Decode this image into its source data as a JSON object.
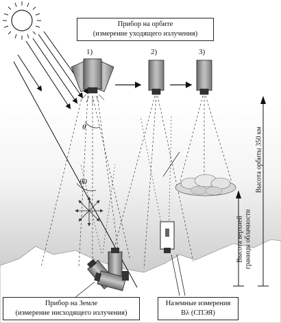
{
  "orbit_label": {
    "line1": "Прибор на орбите",
    "line2": "(измерение уходящего излучения)"
  },
  "ground_label": {
    "line1": "Прибор на Земле",
    "line2": "(измерение нисходящего излучения)"
  },
  "ground_meas_label": {
    "line1": "Наземные измерения",
    "line2": "Bλ (СПЭЯ)"
  },
  "positions": [
    "1)",
    "2)",
    "3)"
  ],
  "orbit_height_label": "Высота орбиты 350 км",
  "cloud_top_label_line1": "Высота верхней",
  "cloud_top_label_line2": "границы облачности",
  "angle_theta": "θ",
  "angle_theta0": "θ0"
}
